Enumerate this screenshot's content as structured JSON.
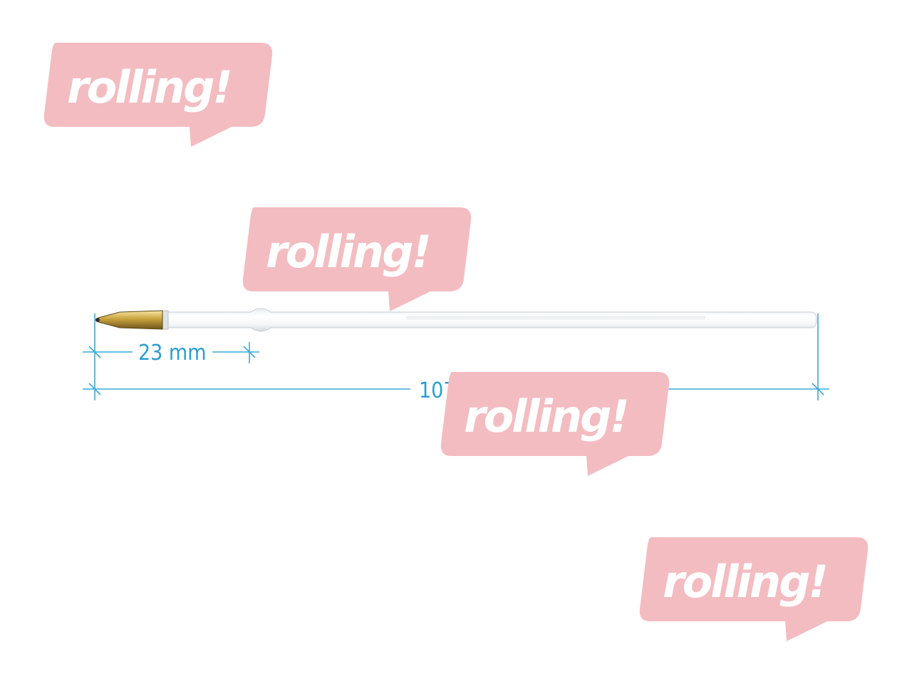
{
  "dimensions": {
    "tip_length": "23 mm",
    "total_length": "107 mm"
  },
  "watermark": {
    "text": "rolling!"
  },
  "colors": {
    "dimension": "#2a9fd0",
    "watermark_bg": "#f3bcc1",
    "refill_body": "#ffffff",
    "tip_gold": "#c8a84a"
  }
}
